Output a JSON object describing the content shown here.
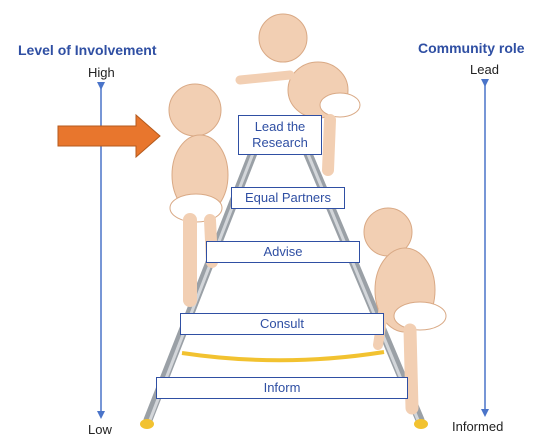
{
  "left_axis": {
    "title": "Level of Involvement",
    "top_label": "High",
    "bottom_label": "Low"
  },
  "right_axis": {
    "title": "Community role",
    "top_label": "Lead",
    "bottom_label": "Informed"
  },
  "ladder_rungs": [
    "Lead the Research",
    "Equal Partners",
    "Advise",
    "Consult",
    "Inform"
  ],
  "colors": {
    "axis": "#4a74c9",
    "text_accent": "#2f4fa3",
    "arrow": "#e8762d",
    "ladder_rail": "#9aa0a6",
    "ladder_cross": "#f2c230"
  },
  "icons": {
    "pointer": "arrow-right-icon",
    "figures": "baby-figure-icon"
  }
}
